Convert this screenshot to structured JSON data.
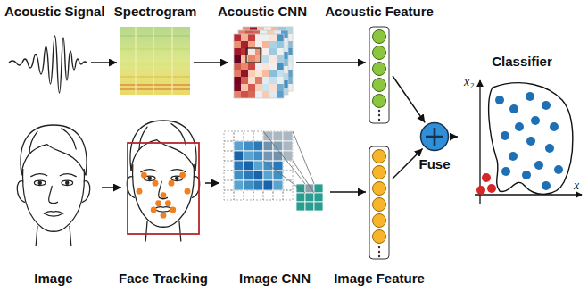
{
  "diagram": {
    "nodes": [
      {
        "text": [
          "Acoustic Signal"
        ]
      },
      {
        "text": [
          "Spectrogram"
        ]
      },
      {
        "text": [
          "Acoustic CNN"
        ]
      },
      {
        "text": [
          "Acoustic Feature"
        ]
      },
      {
        "text": [
          "Image"
        ]
      },
      {
        "text": [
          "Face Tracking"
        ]
      },
      {
        "text": [
          "Image CNN"
        ]
      },
      {
        "text": [
          "Image Feature"
        ]
      },
      {
        "text": [
          "Fuse"
        ]
      },
      {
        "text": [
          "Classifier"
        ]
      }
    ],
    "edges": [
      {
        "from": 0,
        "to": 1,
        "arrow": "to"
      },
      {
        "from": 1,
        "to": 2,
        "arrow": "to"
      },
      {
        "from": 2,
        "to": 3,
        "arrow": "to"
      },
      {
        "from": 3,
        "to": 8,
        "arrow": "to"
      },
      {
        "from": 4,
        "to": 5,
        "arrow": "to"
      },
      {
        "from": 5,
        "to": 6,
        "arrow": "to"
      },
      {
        "from": 6,
        "to": 7,
        "arrow": "to"
      },
      {
        "from": 7,
        "to": 8,
        "arrow": "to"
      },
      {
        "from": 8,
        "to": 9,
        "arrow": "to"
      }
    ],
    "labels": [
      "x₂",
      "x"
    ]
  }
}
